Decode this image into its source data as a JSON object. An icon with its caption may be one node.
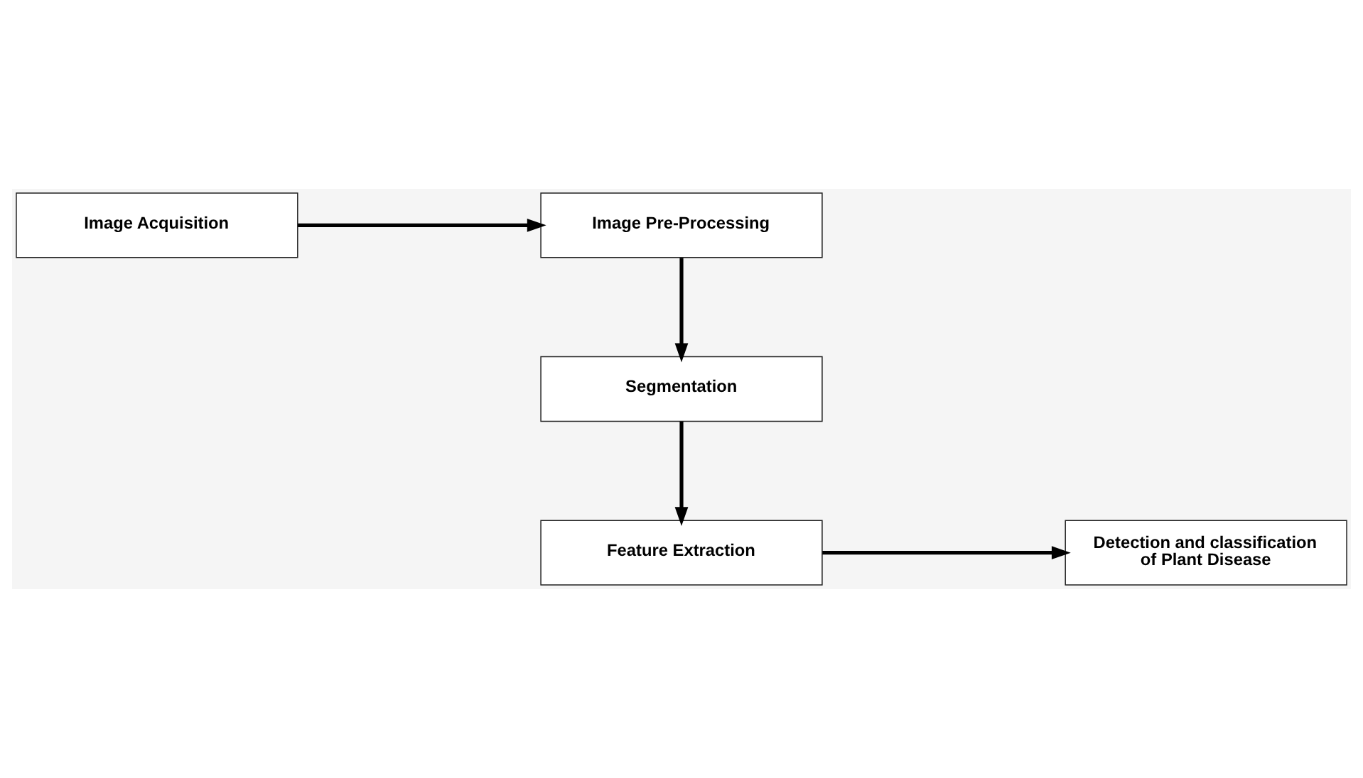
{
  "diagram": {
    "nodes": [
      {
        "text": [
          "Image Acquisition"
        ]
      },
      {
        "text": [
          "Image Pre-Processing"
        ]
      },
      {
        "text": [
          "Segmentation"
        ]
      },
      {
        "text": [
          "Detection and classification of Plant Disease"
        ]
      },
      {
        "text": [
          "Feature Extraction"
        ]
      }
    ],
    "edges": [
      {
        "from": 0,
        "to": 1,
        "arrow": "to"
      },
      {
        "from": 1,
        "to": 2,
        "arrow": "to"
      },
      {
        "from": 2,
        "to": 4,
        "arrow": "to"
      },
      {
        "from": 4,
        "to": 3,
        "arrow": "to"
      }
    ]
  }
}
